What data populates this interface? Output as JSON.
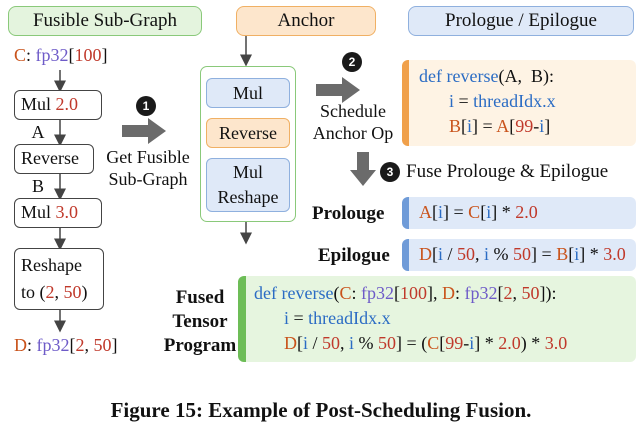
{
  "headers": {
    "fusible": "Fusible Sub-Graph",
    "anchor": "Anchor",
    "prologue_epilogue": "Prologue / Epilogue"
  },
  "graph": {
    "input": {
      "var": "C",
      "type": "fp32",
      "shape": "100"
    },
    "nodes": [
      {
        "op": "Mul",
        "arg": "2.0"
      },
      {
        "op": "Reverse",
        "arg": ""
      },
      {
        "op": "Mul",
        "arg": "3.0"
      },
      {
        "op": "Reshape",
        "arg": "to (2, 50)"
      }
    ],
    "edge_labels": [
      "A",
      "B"
    ],
    "output": {
      "var": "D",
      "type": "fp32",
      "shape": "2, 50"
    }
  },
  "anchor": {
    "items": [
      "Mul",
      "Reverse",
      "Mul\nReshape"
    ]
  },
  "steps": [
    {
      "num": "1",
      "label": "Get Fusible\nSub-Graph"
    },
    {
      "num": "2",
      "label": "Schedule\nAnchor Op"
    },
    {
      "num": "3",
      "label": "Fuse Prolouge & Epilogue"
    }
  ],
  "anchor_code": {
    "def_kw": "def",
    "fn": "reverse",
    "args": "(A,  B):",
    "line2_var": "i",
    "line2_rest": "threadIdx.x",
    "line3_lhs": "B",
    "line3_idx": "i",
    "line3_rhs_var": "A",
    "line3_rhs_num": "99",
    "line3_rhs_i": "i"
  },
  "prolouge": {
    "label": "Prolouge",
    "code": "A[i] = C[i] * 2.0"
  },
  "epilogue": {
    "label": "Epilogue",
    "code": "D[i / 50, i % 50] = B[i] * 3.0"
  },
  "fused": {
    "label": "Fused\nTensor\nProgram",
    "line1": "def reverse(C: fp32[100], D: fp32[2, 50]):",
    "line2": "i = threadIdx.x",
    "line3": "D[i / 50, i % 50] = (C[99-i] * 2.0) * 3.0"
  },
  "caption": "Figure 15: Example of Post-Scheduling Fusion.",
  "colors": {
    "green": "#8ac97a",
    "orange": "#f0b064",
    "blue": "#8fb0de",
    "number": "#c0392b",
    "type": "#6e5bc8",
    "variable": "#c9531b",
    "keyword": "#2b6cc4"
  }
}
